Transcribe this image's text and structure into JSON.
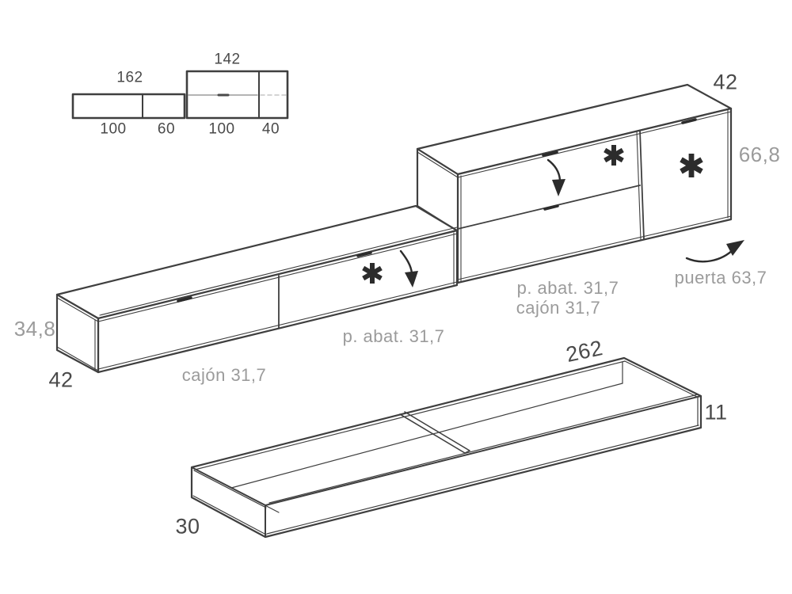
{
  "diagram_title": "furniture dimensions technical drawing",
  "colors": {
    "line": "#3f3f3f",
    "dim_dark_text": "#4a4a4a",
    "dim_gray_text": "#9b9b9b",
    "background": "#ffffff"
  },
  "plan_view": {
    "width_left_total": "162",
    "width_right_total": "142",
    "segments": [
      "100",
      "60",
      "100",
      "40"
    ]
  },
  "bench": {
    "height": "34,8",
    "depth": "42",
    "drawer_label": "cajón 31,7",
    "flap_label": "p. abat. 31,7"
  },
  "cabinet": {
    "depth": "42",
    "height": "66,8",
    "flap_label": "p. abat. 31,7",
    "drawer_label": "cajón 31,7",
    "door_label": "puerta 63,7"
  },
  "tray": {
    "length": "262",
    "height": "11",
    "depth": "30"
  },
  "icons": {
    "asterisk": "six-spoke-asterisk",
    "flap_arrow": "curved-arrow-down",
    "door_arrow": "curved-arrow-up-right"
  }
}
